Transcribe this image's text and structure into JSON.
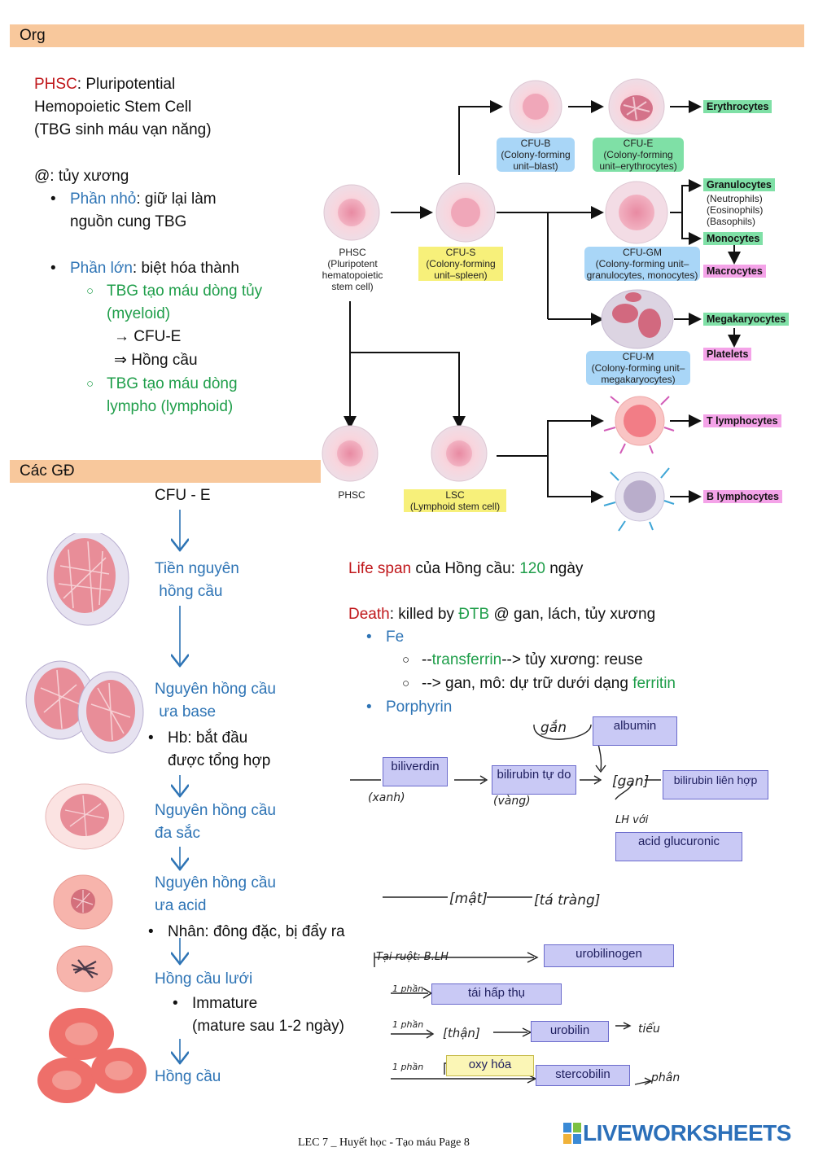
{
  "org_header": "Org",
  "stages_header": "Các GĐ",
  "phsc": {
    "abbr": "PHSC",
    "line1": ": Pluripotential",
    "line2": "Hemopoietic Stem Cell",
    "line3": "(TBG sinh máu vạn năng)"
  },
  "marrow": "@: tủy xương",
  "small_part": {
    "term": "Phần nhỏ",
    "text": ": giữ lại làm",
    "text2": "nguồn cung TBG"
  },
  "large_part": {
    "term": "Phần lớn",
    "text": ": biệt hóa thành"
  },
  "myeloid": {
    "line1": "TBG tạo máu dòng tủy",
    "line2": "(myeloid)",
    "arrow1": "→  CFU-E",
    "arrow2": "⇒  Hồng cầu"
  },
  "lymphoid": {
    "line1": "TBG tạo máu dòng",
    "line2": "lympho (lymphoid)"
  },
  "diagram": {
    "phsc_top": {
      "name": "PHSC",
      "desc1": "(Pluripotent",
      "desc2": "hematopoietic",
      "desc3": "stem cell)"
    },
    "cfu_s": {
      "name": "CFU-S",
      "desc1": "(Colony-forming",
      "desc2": "unit–spleen)"
    },
    "cfu_b": {
      "name": "CFU-B",
      "desc1": "(Colony-forming",
      "desc2": "unit–blast)"
    },
    "cfu_e": {
      "name": "CFU-E",
      "desc1": "(Colony-forming",
      "desc2": "unit–erythrocytes)"
    },
    "cfu_gm": {
      "name": "CFU-GM",
      "desc1": "(Colony-forming unit–",
      "desc2": "granulocytes, monocytes)"
    },
    "cfu_m": {
      "name": "CFU-M",
      "desc1": "(Colony-forming unit–",
      "desc2": "megakaryocytes)"
    },
    "phsc_bottom": "PHSC",
    "lsc": {
      "name": "LSC",
      "desc": "(Lymphoid stem cell)"
    },
    "erythrocytes": "Erythrocytes",
    "granulocytes": "Granulocytes",
    "neutrophils": "(Neutrophils)",
    "eosinophils": "(Eosinophils)",
    "basophils": "(Basophils)",
    "monocytes": "Monocytes",
    "macrocytes": "Macrocytes",
    "megakaryocytes": "Megakaryocytes",
    "platelets": "Platelets",
    "t_lymph": "T lymphocytes",
    "b_lymph": "B lymphocytes",
    "colors": {
      "green": "#7fe0a6",
      "blue": "#a9d6f7",
      "yellow": "#f7f07a",
      "pink": "#f4a3e8"
    }
  },
  "stages": {
    "cfu_e": "CFU - E",
    "s1a": "Tiền nguyên",
    "s1b": " hồng cầu",
    "s2a": "Nguyên hồng cầu",
    "s2b": " ưa base",
    "s2_note1": "Hb: bắt đầu",
    "s2_note2": "được tổng hợp",
    "s3a": "Nguyên hồng cầu",
    "s3b": "đa sắc",
    "s4a": "Nguyên hồng cầu",
    "s4b": "ưa acid",
    "s4_note": "Nhân: đông đặc, bị đẩy ra",
    "s5": "Hồng cầu lưới",
    "s5_note1": "Immature",
    "s5_note2": "(mature sau 1-2 ngày)",
    "s6": "Hồng cầu"
  },
  "lifespan": {
    "term": "Life span",
    "text1": " của Hồng cầu: ",
    "days": "120",
    "text2": " ngày"
  },
  "death": {
    "term": "Death",
    "text1": ": killed by ",
    "dtb": "ĐTB",
    "text2": " @ gan, lách, tủy xương"
  },
  "fe": "Fe",
  "fe1": {
    "pre": "--",
    "term": "transferrin",
    "post": "--> tủy xương: reuse"
  },
  "fe2": {
    "pre": "--> gan, mô: dự trữ dưới dạng ",
    "term": "ferritin"
  },
  "porphyrin": "Porphyrin",
  "bili": {
    "biliverdin": "biliverdin",
    "xanh": "(xanh)",
    "bili_free": "bilirubin tự do",
    "vang": "(vàng)",
    "gan_tag": "gắn",
    "albumin": "albumin",
    "gan": "[gan]",
    "bili_conj": "bilirubin liên hợp",
    "lh_voi": "LH với",
    "acid": "acid glucuronic",
    "mat": "[mật]",
    "ta_trang": "[tá tràng]",
    "ruot": "Tại ruột: B.LH",
    "urobilinogen": "urobilinogen",
    "part1": "1 phần",
    "tai_hap_thu": "tái hấp thụ",
    "part2": "1 phần",
    "than": "[thận]",
    "urobilin": "urobilin",
    "tieu": "tiểu",
    "part3": "1 phần",
    "oxy": "oxy hóa",
    "stercobilin": "stercobilin",
    "phan": "phân"
  },
  "footer": "LEC 7 _ Huyết học - Tạo máu Page 8",
  "logo": "LIVEWORKSHEETS"
}
